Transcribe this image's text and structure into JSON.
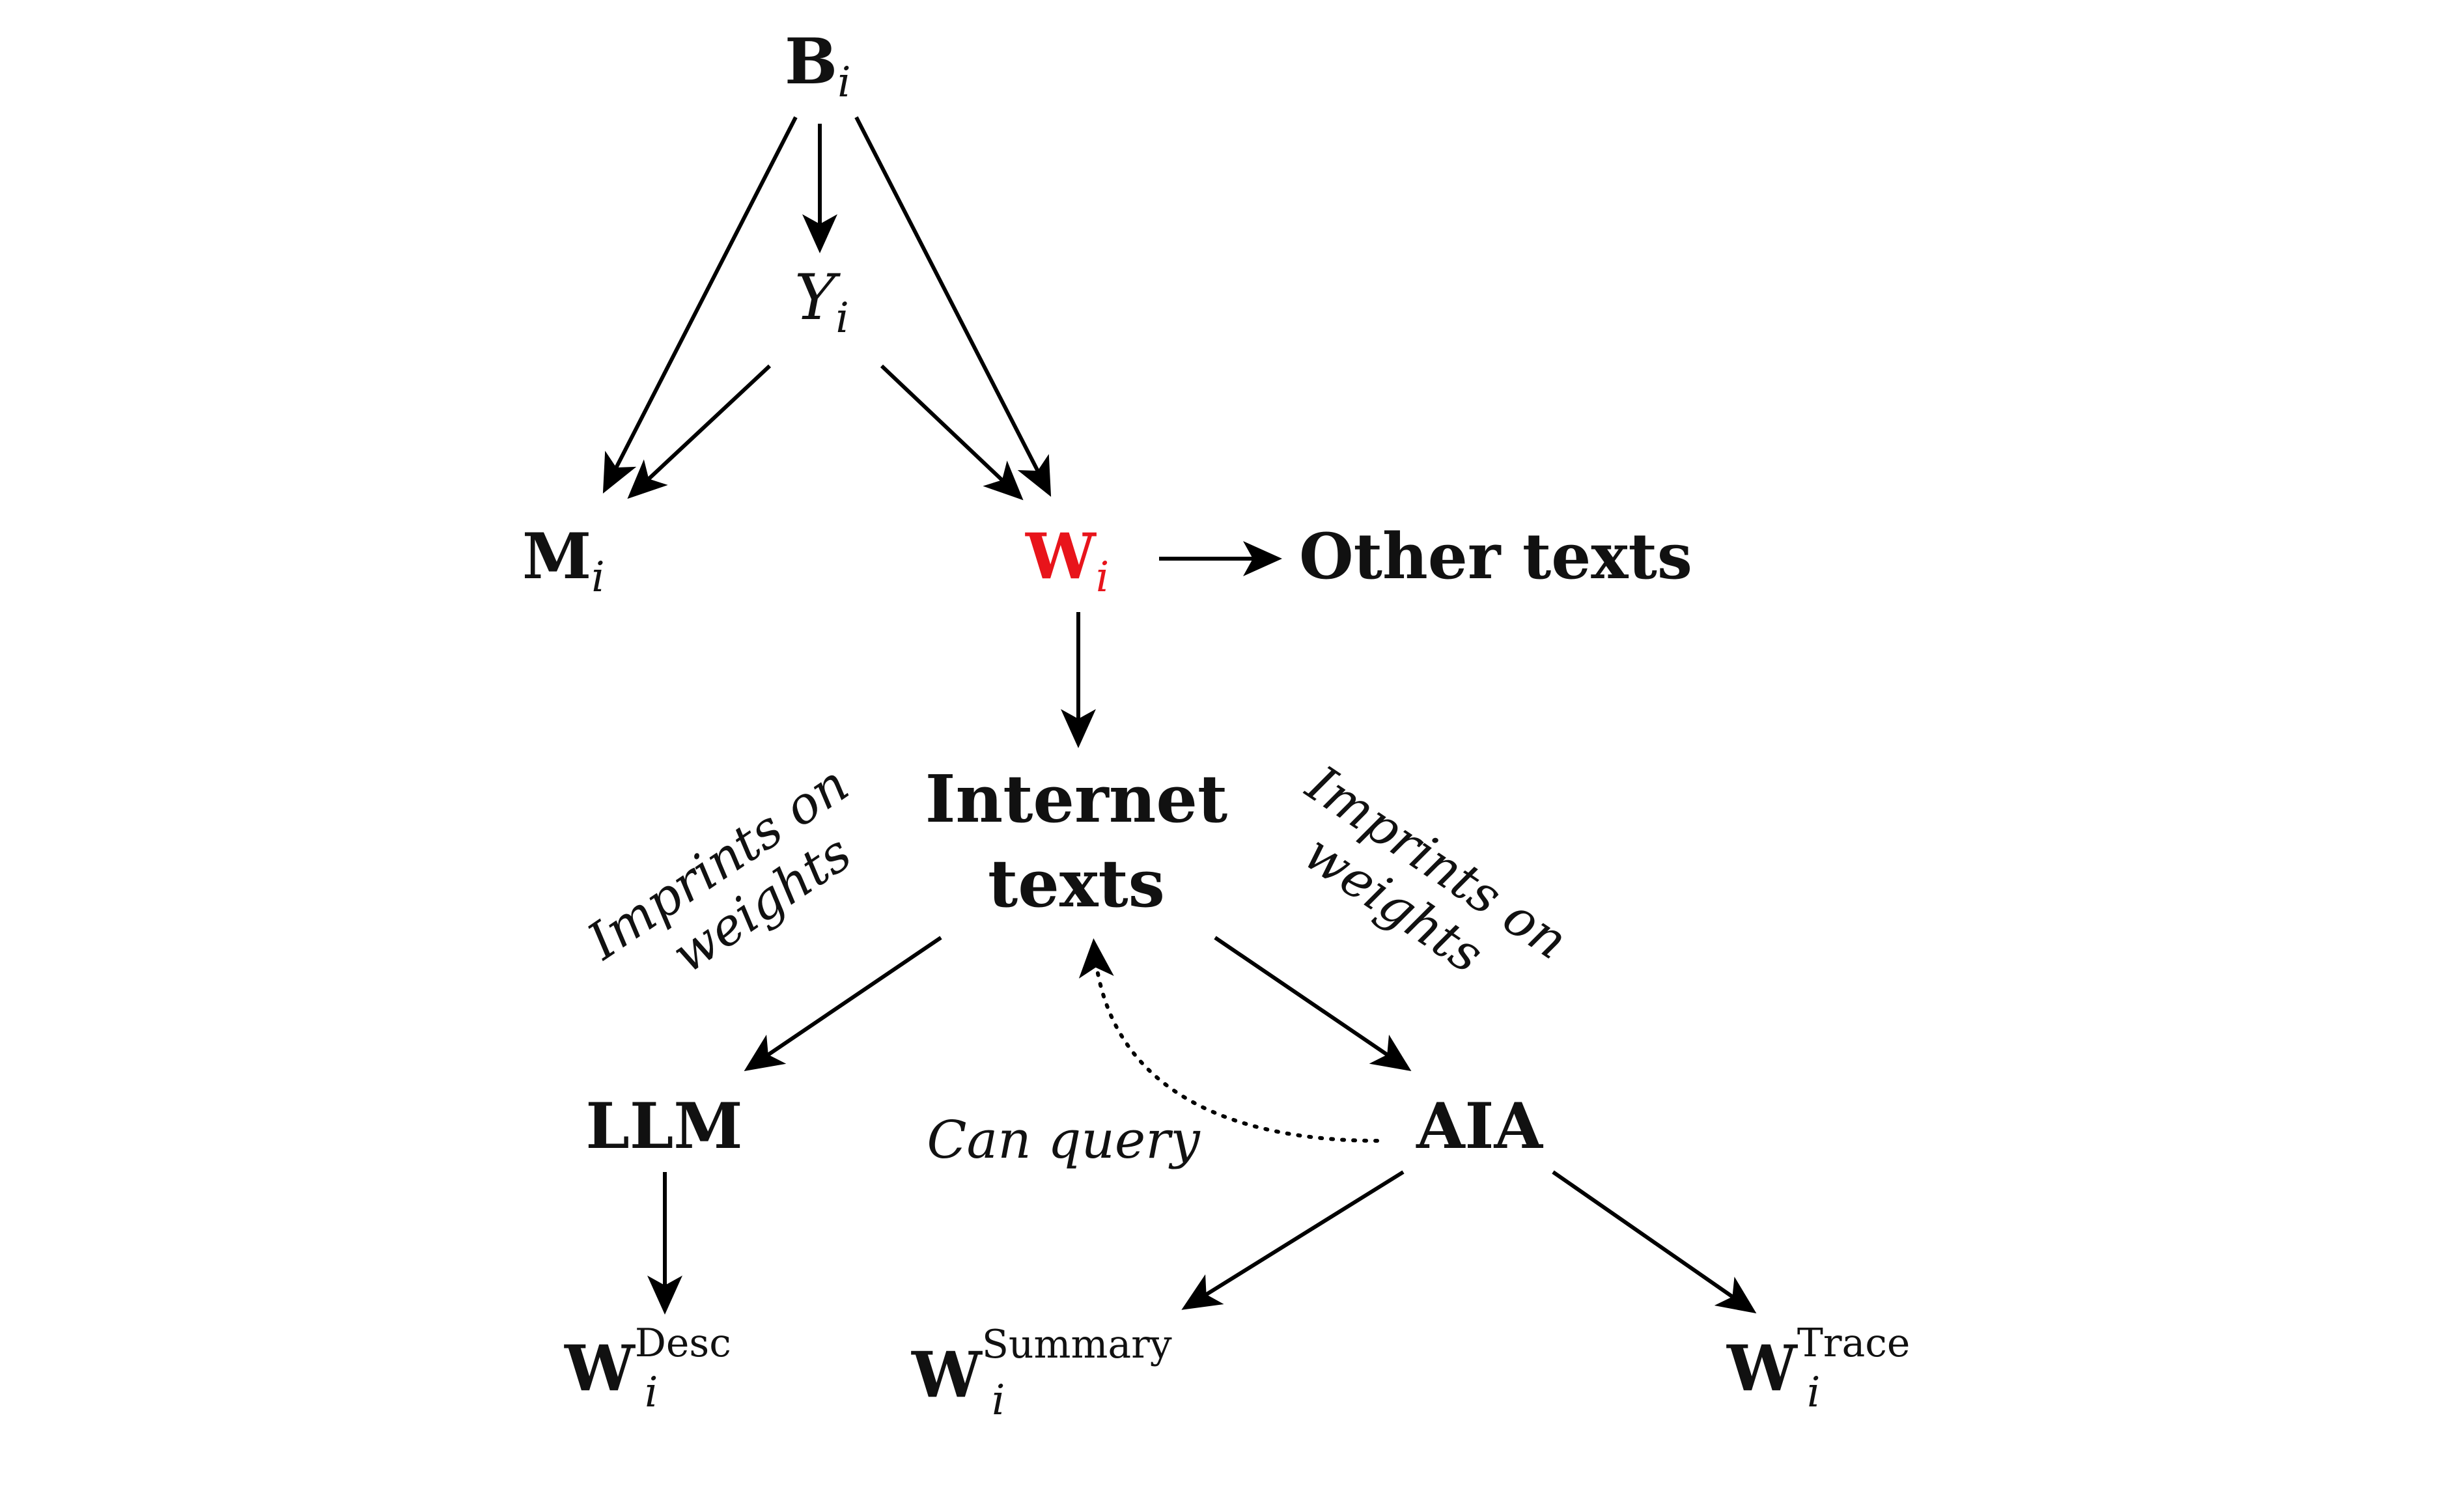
{
  "colors": {
    "ink": "#111111",
    "highlight": "#e8141b"
  },
  "nodes": {
    "b": {
      "base": "B",
      "sub": "i"
    },
    "y": {
      "base": "Y",
      "sub": "i"
    },
    "m": {
      "base": "M",
      "sub": "i"
    },
    "w": {
      "base": "W",
      "sub": "i"
    },
    "other": {
      "text": "Other texts"
    },
    "internet": {
      "line1": "Internet",
      "line2": "texts"
    },
    "llm": {
      "text": "LLM"
    },
    "aia": {
      "text": "AIA"
    },
    "w_desc": {
      "base": "W",
      "sub": "i",
      "sup": "Desc"
    },
    "w_summary": {
      "base": "W",
      "sub": "i",
      "sup": "Summary"
    },
    "w_trace": {
      "base": "W",
      "sub": "i",
      "sup": "Trace"
    }
  },
  "edge_labels": {
    "left_imprints": {
      "line1": "Imprints on",
      "line2": "weights"
    },
    "right_imprints": {
      "line1": "Imprints on",
      "line2": "weights"
    },
    "can_query": "Can query"
  }
}
